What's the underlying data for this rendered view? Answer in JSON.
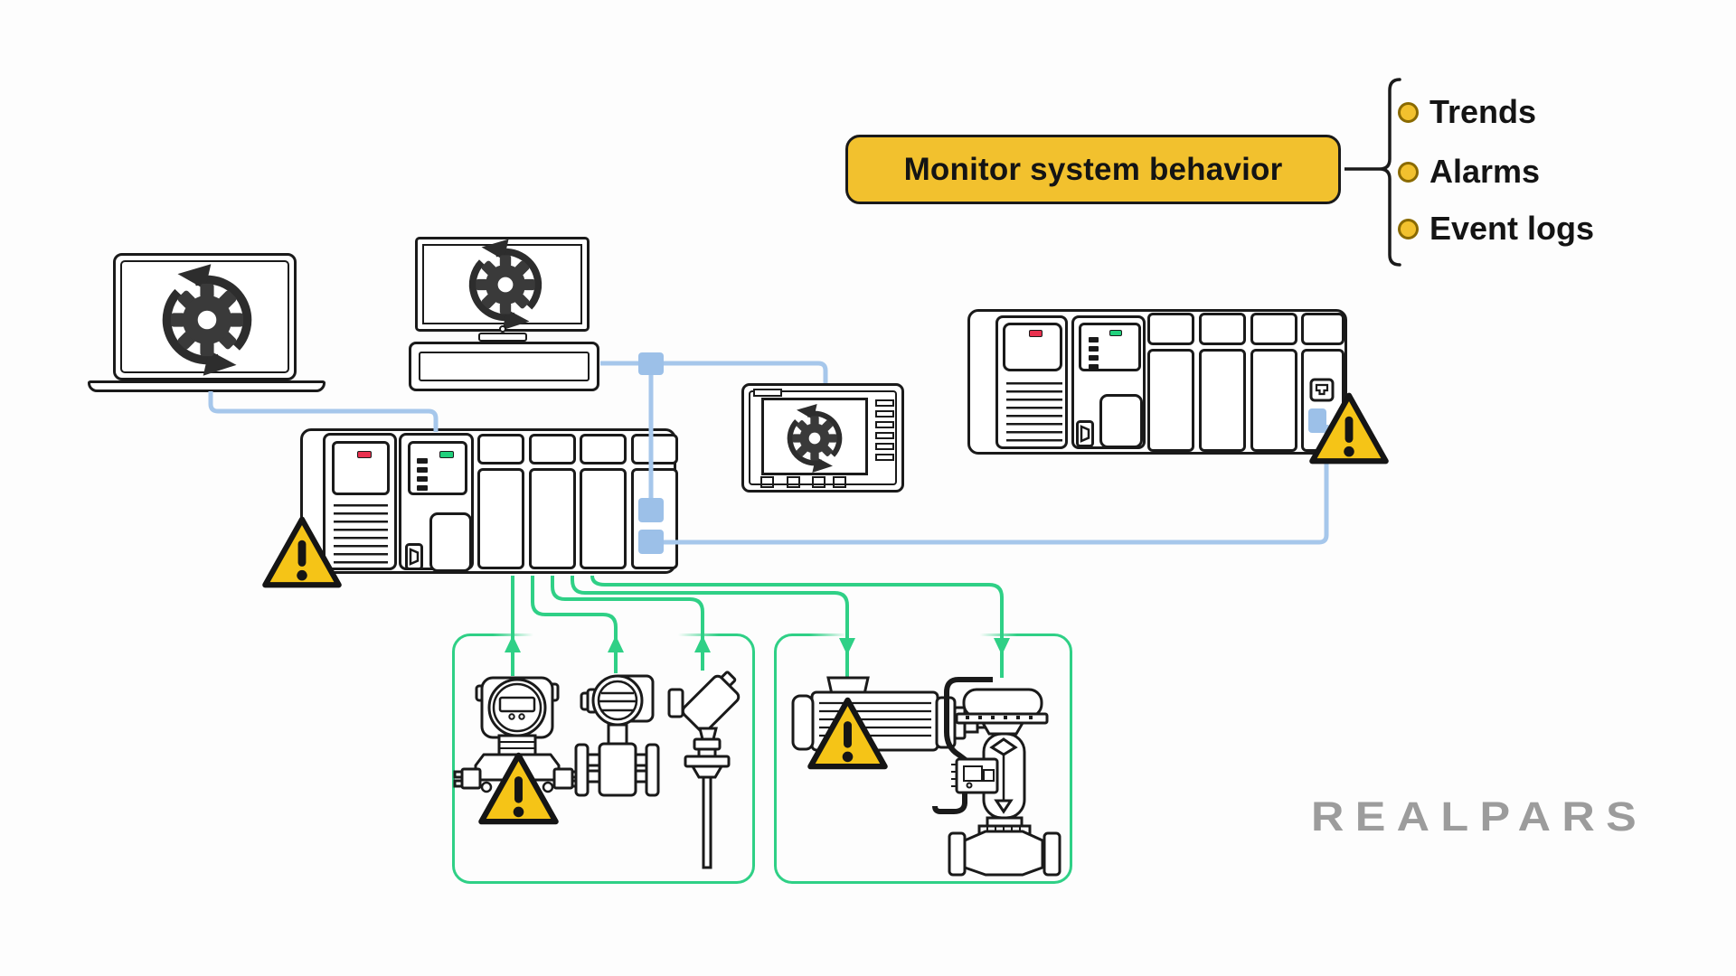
{
  "callout": {
    "title": "Monitor system behavior",
    "items": [
      {
        "label": "Trends"
      },
      {
        "label": "Alarms"
      },
      {
        "label": "Event logs"
      }
    ]
  },
  "logo": {
    "text": "REALPARS"
  },
  "colors": {
    "accent_yellow": "#F2C12E",
    "alert_yellow": "#F5C417",
    "line_blue": "#A6C7EB",
    "node_blue": "#9CC0E8",
    "line_green": "#2FD086",
    "outline": "#1A1A1A",
    "logo_gray": "#9C9C9C",
    "led_red": "#E8304E",
    "led_green": "#21D07C",
    "bullet_border": "#8A6A00"
  },
  "icons": {
    "gear_sync": "gear-sync-icon",
    "warning": "warning-triangle-icon",
    "ethernet": "ethernet-port-icon",
    "devices": [
      "laptop",
      "engineering-workstation",
      "hmi-panel",
      "plc-rack",
      "remote-plc-rack",
      "pressure-transmitter",
      "flow-meter",
      "temperature-sensor",
      "motor",
      "control-valve"
    ]
  }
}
